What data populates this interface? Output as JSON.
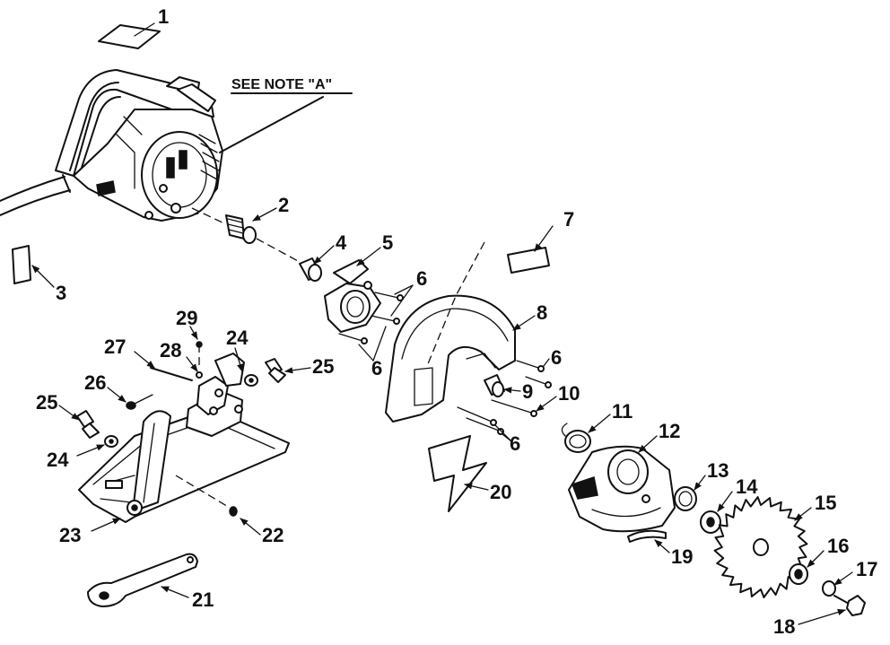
{
  "note": "SEE NOTE \"A\"",
  "callouts": [
    "1",
    "2",
    "3",
    "4",
    "5",
    "6",
    "6",
    "6",
    "6",
    "7",
    "8",
    "9",
    "10",
    "11",
    "12",
    "13",
    "14",
    "15",
    "16",
    "17",
    "18",
    "19",
    "20",
    "21",
    "22",
    "23",
    "24",
    "24",
    "25",
    "25",
    "26",
    "27",
    "28",
    "29"
  ]
}
